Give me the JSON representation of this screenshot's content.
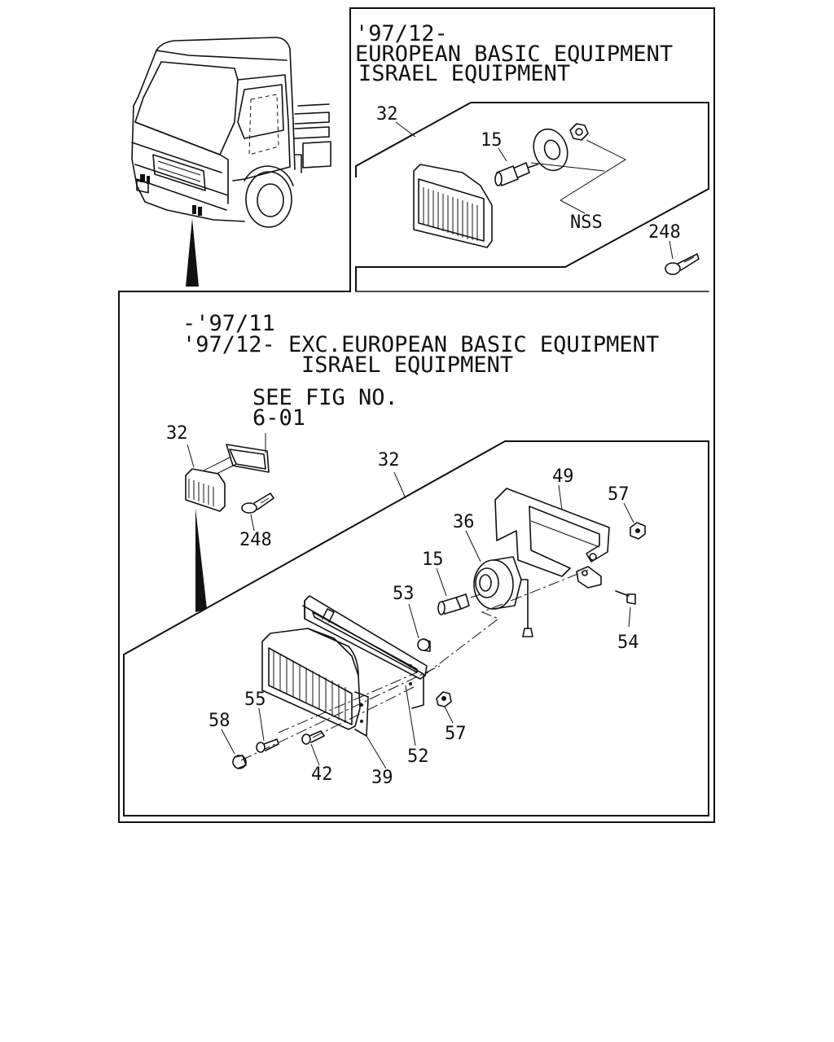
{
  "top_panel": {
    "heading_lines": [
      "'97/12-",
      "EUROPEAN BASIC EQUIPMENT",
      "ISRAEL EQUIPMENT"
    ],
    "callouts": {
      "lamp": "32",
      "bulb": "15",
      "nss": "NSS",
      "clip": "248"
    }
  },
  "bottom_panel": {
    "heading_lines": [
      "-'97/11",
      "'97/12- EXC.EUROPEAN BASIC EQUIPMENT",
      "ISRAEL EQUIPMENT"
    ],
    "see_fig": [
      "SEE FIG NO.",
      "6-01"
    ],
    "callouts": {
      "small_lamp": "32",
      "small_clip": "248",
      "lamp_assembly": "32",
      "bracket": "49",
      "nut_upper": "57",
      "socket": "36",
      "bulb": "15",
      "grommet": "53",
      "bolt_right": "54",
      "screw_left": "55",
      "cap": "58",
      "nut_lower": "57",
      "gasket": "52",
      "screw_bottom": "42",
      "bezel": "39"
    }
  }
}
